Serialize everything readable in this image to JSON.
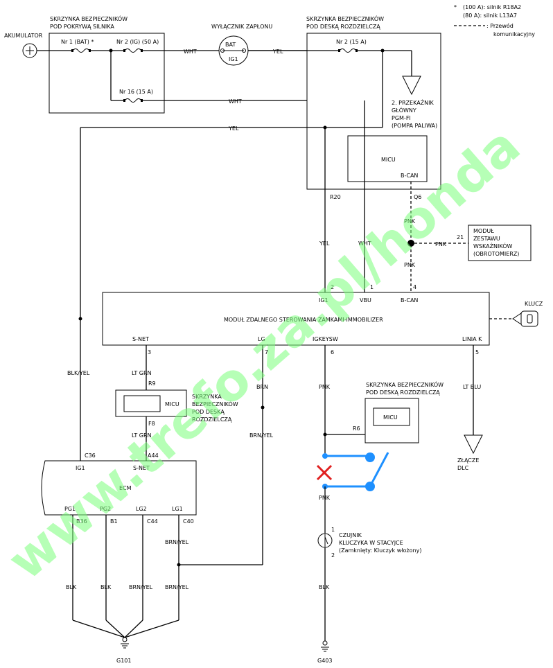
{
  "legend": {
    "fuse_note_100a": "(100 A): silnik R18A2",
    "fuse_note_80a": "(80 A): silnik L13A7",
    "asterisk": "*",
    "comm_wire_line1": ": Przewód",
    "comm_wire_line2": "komunikacyjny"
  },
  "underhood_box": {
    "title1": "SKRZYNKA BEZPIECZNIKÓW",
    "title2": "POD POKRYWĄ SILNIKA"
  },
  "battery_label": "AKUMULATOR",
  "fuses": {
    "f1": "Nr 1 (BAT) *",
    "f2": "Nr 2 (IG) (50 A)",
    "f16": "Nr 16 (15 A)",
    "dash_f2": "Nr 2 (15 A)"
  },
  "ignition_switch": {
    "title": "WYŁĄCZNIK ZAPŁONU",
    "bat": "BAT",
    "ig1": "IG1"
  },
  "dash_box": {
    "title1": "SKRZYNKA BEZPIECZNIKÓW",
    "title2": "POD DESKĄ ROZDZIELCZĄ"
  },
  "relay": {
    "line1": "2. PRZEKAŹNIK",
    "line2": "GŁÓWNY",
    "line3": "PGM-FI",
    "line4": "(POMPA PALIWA)"
  },
  "micu_top": {
    "label": "MICU",
    "bcan": "B-CAN"
  },
  "wires": {
    "wht1": "WHT",
    "yel1": "YEL",
    "wht2": "WHT",
    "yel2": "YEL",
    "r20": "R20",
    "q6": "Q6",
    "pnk_a": "PNK",
    "pnk_b": "PNK",
    "pnk_c": "PNK",
    "pin21": "21",
    "yel3": "YEL",
    "wht3": "WHT",
    "blk_yel": "BLK/YEL",
    "lt_grn1": "LT GRN",
    "r9": "R9",
    "f8": "F8",
    "lt_grn2": "LT GRN",
    "brn": "BRN",
    "brn_yel1": "BRN/YEL",
    "pnk_d": "PNK",
    "r6": "R6",
    "pnk_e": "PNK",
    "lt_blu": "LT BLU",
    "c36": "C36",
    "a44": "A44",
    "b36": "B36",
    "b1": "B1",
    "c44": "C44",
    "c40": "C40",
    "brn_yel2": "BRN/YEL",
    "blk1": "BLK",
    "blk2": "BLK",
    "brn_yel3": "BRN/YEL",
    "brn_yel4": "BRN/YEL",
    "blk3": "BLK",
    "p3": "3",
    "p7": "7",
    "p6": "6",
    "p5": "5",
    "p2": "2",
    "p1": "1",
    "p4": "4",
    "sens1": "1",
    "sens2": "2"
  },
  "gauge_module": {
    "line1": "MODUŁ",
    "line2": "ZESTAWU",
    "line3": "WSKAŹNIKÓW",
    "line4": "(OBROTOMIERZ)"
  },
  "key_label": "KLUCZ",
  "immobilizer": {
    "title": "MODUŁ ZDALNEGO STEROWANIA ZAMKAMI-IMMOBILIZER",
    "ig1": "IG1",
    "vbu": "VBU",
    "bcan": "B-CAN",
    "snet": "S-NET",
    "lg": "LG",
    "igkeysw": "IGKEYSW",
    "liniak": "LINIA K"
  },
  "left_fuse_box": {
    "line1": "SKRZYNKA",
    "line2": "BEZPIECZNIKÓW",
    "line3": "POD DESKĄ",
    "line4": "ROZDZIELCZĄ",
    "micu": "MICU"
  },
  "right_fuse_box": {
    "title1": "SKRZYNKA BEZPIECZNIKÓW",
    "title2": "POD DESKĄ ROZDZIELCZĄ",
    "micu": "MICU"
  },
  "dlc": {
    "line1": "ZŁĄCZE",
    "line2": "DLC"
  },
  "ecm": {
    "label": "ECM",
    "ig1": "IG1",
    "snet": "S-NET",
    "pg1": "PG1",
    "pg2": "PG2",
    "lg2": "LG2",
    "lg1": "LG1"
  },
  "sensor": {
    "line1": "CZUJNIK",
    "line2": "KLUCZYKA W STACYJCE",
    "line3": "(Zamknięty: Kluczyk włożony)"
  },
  "grounds": {
    "g101": "G101",
    "g403": "G403"
  },
  "watermark": "www.trefo.za.pl/honda",
  "colors": {
    "watermark": "#7cff7c",
    "switch": "#1e90ff",
    "cross": "#e02020"
  }
}
